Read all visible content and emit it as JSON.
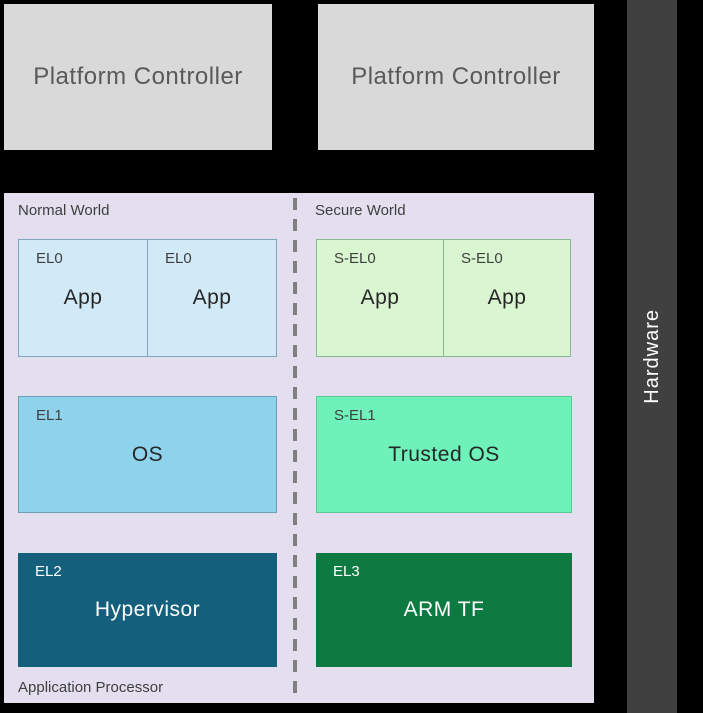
{
  "top": {
    "platform_controller_left": "Platform Controller",
    "platform_controller_right": "Platform Controller"
  },
  "hardware": {
    "label": "Hardware"
  },
  "ap": {
    "footer": "Application Processor",
    "normal": {
      "header": "Normal World",
      "app1": {
        "level": "EL0",
        "name": "App"
      },
      "app2": {
        "level": "EL0",
        "name": "App"
      },
      "os": {
        "level": "EL1",
        "name": "OS"
      },
      "hypervisor": {
        "level": "EL2",
        "name": "Hypervisor"
      }
    },
    "secure": {
      "header": "Secure World",
      "app1": {
        "level": "S-EL0",
        "name": "App"
      },
      "app2": {
        "level": "S-EL0",
        "name": "App"
      },
      "trusted_os": {
        "level": "S-EL1",
        "name": "Trusted OS"
      },
      "arm_tf": {
        "level": "EL3",
        "name": "ARM TF"
      }
    }
  },
  "colors": {
    "background": "#000000",
    "platform_controller_fill": "#d9d9d9",
    "platform_controller_text": "#595959",
    "hardware_bar": "#404040",
    "ap_fill": "#e3dfee",
    "normal_app_fill": "#d2eaf7",
    "normal_os_fill": "#8ed2ec",
    "hypervisor_fill": "#14607c",
    "secure_app_fill": "#d9f6d0",
    "trusted_os_fill": "#6ef2ba",
    "armtf_fill": "#0d7b41",
    "divider": "#7f7f7f",
    "label_text": "#3f3f3f"
  }
}
